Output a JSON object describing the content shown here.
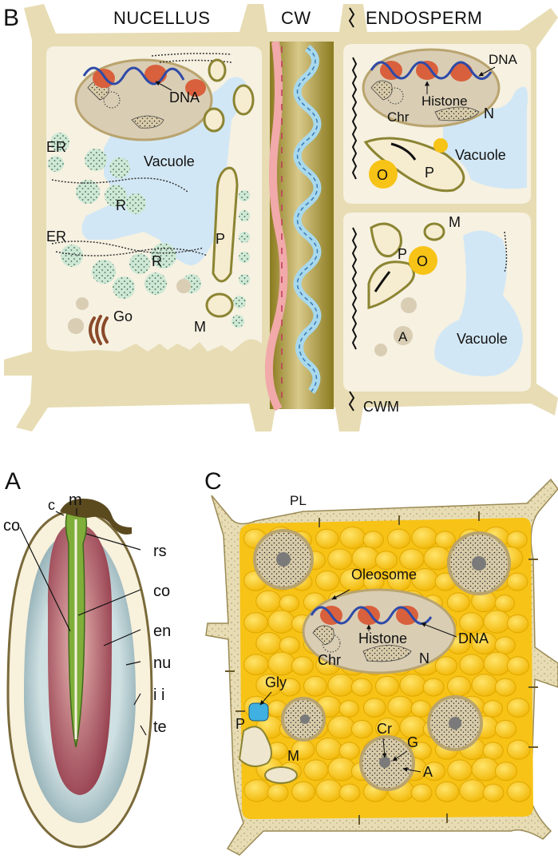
{
  "panel_b": {
    "letter": "B",
    "title_nucellus": "NUCELLUS",
    "title_cw": "CW",
    "title_endosperm": "ENDOSPERM",
    "nucellus_labels": {
      "dna": "DNA",
      "vacuole": "Vacuole",
      "er1": "ER",
      "er2": "ER",
      "r1": "R",
      "r2": "R",
      "p": "P",
      "go": "Go",
      "m": "M"
    },
    "endosperm_top_labels": {
      "dna": "DNA",
      "histone": "Histone",
      "chr": "Chr",
      "n": "N",
      "vacuole": "Vacuole",
      "o": "O",
      "p": "P"
    },
    "endosperm_bottom_labels": {
      "p": "P",
      "m": "M",
      "o": "O",
      "a": "A",
      "vacuole": "Vacuole"
    },
    "cwm": "CWM"
  },
  "panel_a": {
    "letter": "A",
    "labels": {
      "c": "c",
      "m": "m",
      "co_left": "co",
      "rs": "rs",
      "co_right": "co",
      "en": "en",
      "nu": "nu",
      "ii": "i i",
      "te": "te"
    }
  },
  "panel_c": {
    "letter": "C",
    "labels": {
      "pl": "PL",
      "oleosome": "Oleosome",
      "histone": "Histone",
      "dna": "DNA",
      "chr": "Chr",
      "n": "N",
      "gly": "Gly",
      "p": "P",
      "m": "M",
      "cr": "Cr",
      "g": "G",
      "a": "A"
    }
  },
  "colors": {
    "cell_wall": "#e7dcb3",
    "cytoplasm": "#f6f1e1",
    "vacuole": "#d2e7f5",
    "nucleus": "#d9cdb4",
    "histone": "#d9603c",
    "dna": "#2e4aa8",
    "oleosome": "#f7c316",
    "oleosome_light": "#ffd949",
    "er_ribosome": "#cfe8d6",
    "plastid_outline": "#8b8432",
    "cw_band": "#a89a3a",
    "embryo": "#7fae3a",
    "endosperm_red": "#9e4a5a",
    "nucellus_blue": "#7fa8b0"
  }
}
